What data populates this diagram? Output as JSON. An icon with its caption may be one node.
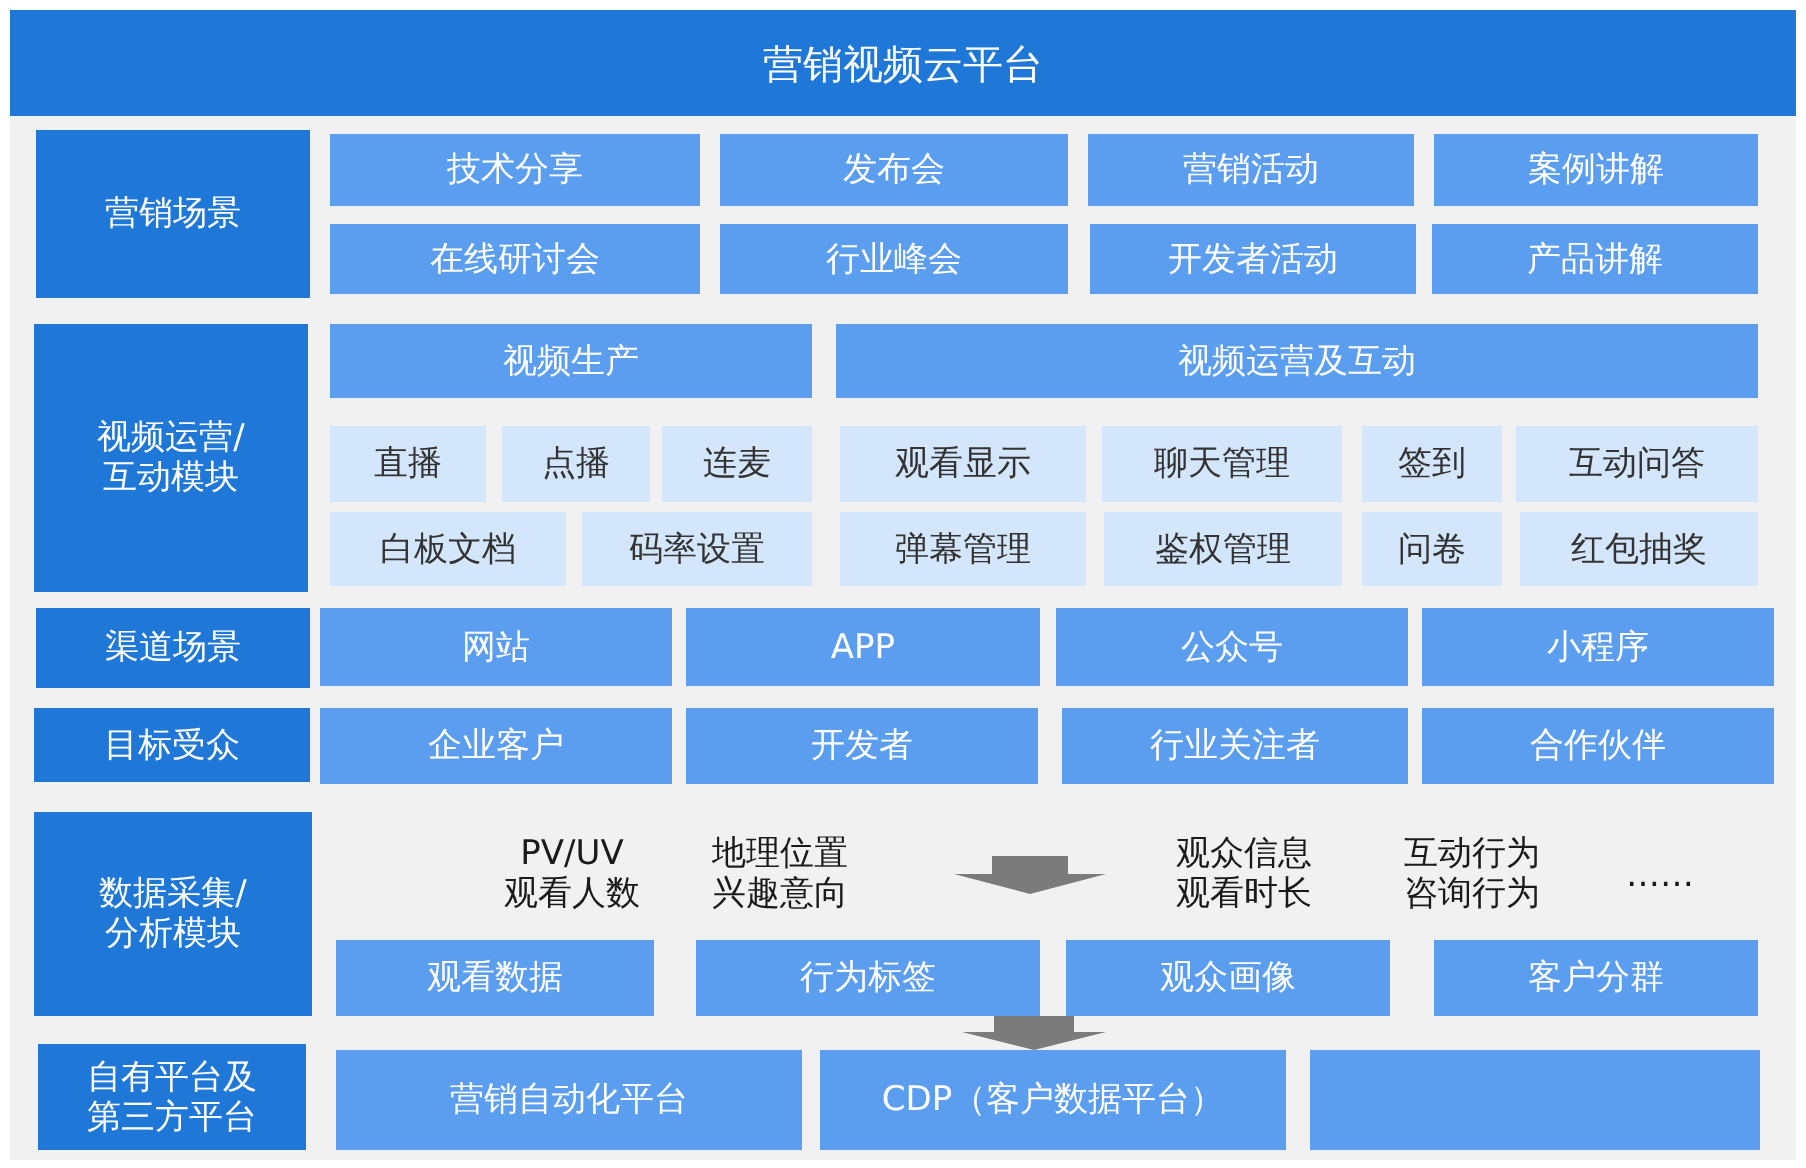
{
  "diagram": {
    "nodes": [
      {
        "text": [
          "营销视频云平台"
        ]
      },
      {
        "text": [
          "营销场景"
        ]
      },
      {
        "text": [
          "技术分享"
        ]
      },
      {
        "text": [
          "发布会"
        ]
      },
      {
        "text": [
          "营销活动"
        ]
      },
      {
        "text": [
          "案例讲解"
        ]
      },
      {
        "text": [
          "在线研讨会"
        ]
      },
      {
        "text": [
          "行业峰会"
        ]
      },
      {
        "text": [
          "开发者活动"
        ]
      },
      {
        "text": [
          "产品讲解"
        ]
      },
      {
        "text": [
          "视频运营/互动模块"
        ]
      },
      {
        "text": [
          "视频生产"
        ]
      },
      {
        "text": [
          "视频运营及互动"
        ]
      },
      {
        "text": [
          "直播"
        ]
      },
      {
        "text": [
          "点播"
        ]
      },
      {
        "text": [
          "连麦"
        ]
      },
      {
        "text": [
          "观看显示"
        ]
      },
      {
        "text": [
          "聊天管理"
        ]
      },
      {
        "text": [
          "签到"
        ]
      },
      {
        "text": [
          "互动问答"
        ]
      },
      {
        "text": [
          "白板文档"
        ]
      },
      {
        "text": [
          "码率设置"
        ]
      },
      {
        "text": [
          "弹幕管理"
        ]
      },
      {
        "text": [
          "鉴权管理"
        ]
      },
      {
        "text": [
          "问卷"
        ]
      },
      {
        "text": [
          "红包抽奖"
        ]
      },
      {
        "text": [
          "渠道场景"
        ]
      },
      {
        "text": [
          "网站"
        ]
      },
      {
        "text": [
          "APP"
        ]
      },
      {
        "text": [
          "公众号"
        ]
      },
      {
        "text": [
          "小程序"
        ]
      },
      {
        "text": [
          "目标受众"
        ]
      },
      {
        "text": [
          "企业客户"
        ]
      },
      {
        "text": [
          "开发者"
        ]
      },
      {
        "text": [
          "行业关注者"
        ]
      },
      {
        "text": [
          "合作伙伴"
        ]
      },
      {
        "text": [
          "数据采集/分析模块"
        ]
      },
      {
        "text": [
          "观看数据"
        ]
      },
      {
        "text": [
          "行为标签"
        ]
      },
      {
        "text": [
          "观众画像"
        ]
      },
      {
        "text": [
          "客户分群"
        ]
      },
      {
        "text": [
          "自有平台及第三方平台"
        ]
      },
      {
        "text": [
          "营销自动化平台"
        ]
      },
      {
        "text": [
          "CDP（客户数据平台）"
        ]
      },
      {
        "text": [],
        "shape": "box"
      }
    ],
    "edges": [
      {
        "from": 38,
        "to": 43,
        "arrow": "to"
      }
    ],
    "labels": [
      "PV/UV",
      "观看人数",
      "地理位置",
      "兴趣意向",
      "观众信息",
      "观看时长",
      "互动行为",
      "咨询行为",
      "……"
    ]
  }
}
